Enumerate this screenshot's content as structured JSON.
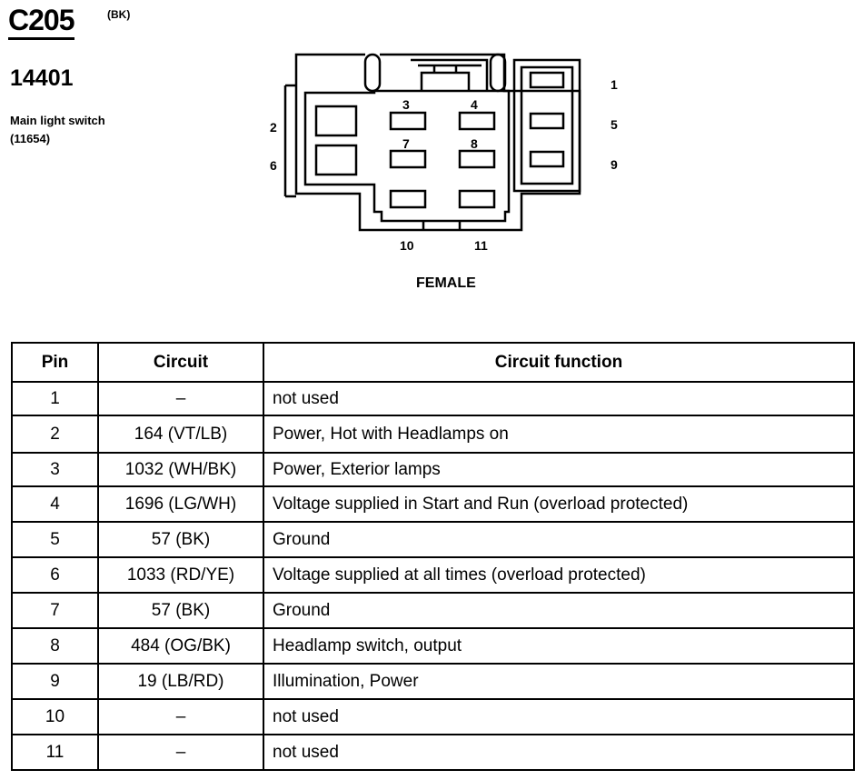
{
  "header": {
    "connector_id": "C205",
    "connector_color": "(BK)",
    "part_number": "14401",
    "description_line1": "Main light switch",
    "description_line2": "(11654)"
  },
  "diagram": {
    "pin_labels": [
      "1",
      "2",
      "3",
      "4",
      "5",
      "6",
      "7",
      "8",
      "9",
      "10",
      "11"
    ],
    "gender_label": "FEMALE"
  },
  "table": {
    "headers": [
      "Pin",
      "Circuit",
      "Circuit function"
    ],
    "rows": [
      {
        "pin": "1",
        "circuit": "–",
        "function": "not used"
      },
      {
        "pin": "2",
        "circuit": "164 (VT/LB)",
        "function": "Power, Hot with Headlamps on"
      },
      {
        "pin": "3",
        "circuit": "1032 (WH/BK)",
        "function": "Power, Exterior lamps"
      },
      {
        "pin": "4",
        "circuit": "1696 (LG/WH)",
        "function": "Voltage supplied in Start and Run (overload protected)"
      },
      {
        "pin": "5",
        "circuit": "57 (BK)",
        "function": "Ground"
      },
      {
        "pin": "6",
        "circuit": "1033 (RD/YE)",
        "function": "Voltage supplied at all times (overload protected)"
      },
      {
        "pin": "7",
        "circuit": "57 (BK)",
        "function": "Ground"
      },
      {
        "pin": "8",
        "circuit": "484 (OG/BK)",
        "function": "Headlamp switch, output"
      },
      {
        "pin": "9",
        "circuit": "19 (LB/RD)",
        "function": "Illumination, Power"
      },
      {
        "pin": "10",
        "circuit": "–",
        "function": "not used"
      },
      {
        "pin": "11",
        "circuit": "–",
        "function": "not used"
      }
    ]
  }
}
